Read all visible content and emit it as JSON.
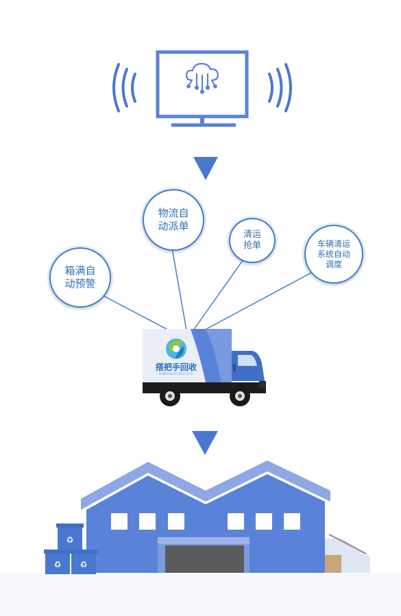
{
  "nodes": {
    "full_box_alert": "箱满自\n动预警",
    "logistics_dispatch": "物流自\n动派单",
    "grab_order": "清运\n抢单",
    "vehicle_dispatch": "车辆清运\n系统自动\n调度"
  },
  "truck": {
    "brand_name": "搭把手回收",
    "brand_sub": "DABASHOU RECYCLE"
  },
  "colors": {
    "primary_blue": "#5a82d8",
    "dark_blue": "#3f6fc6",
    "light_blue": "#8ea8e6",
    "arrow_blue": "#4a78cf"
  }
}
